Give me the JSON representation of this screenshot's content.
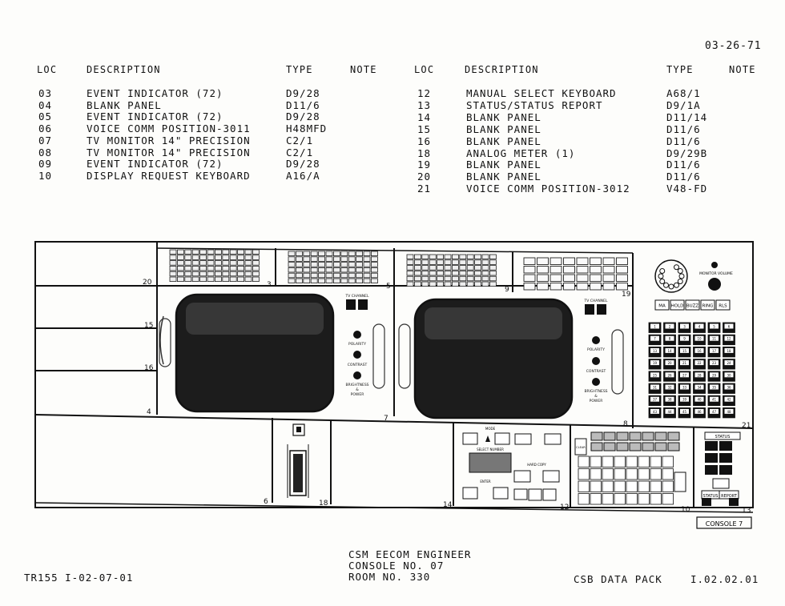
{
  "date": "03-26-71",
  "headers": {
    "loc": "LOC",
    "description": "DESCRIPTION",
    "type": "TYPE",
    "note": "NOTE"
  },
  "left_rows": [
    {
      "loc": "03",
      "desc": "EVENT INDICATOR  (72)",
      "type": "D9/28"
    },
    {
      "loc": "04",
      "desc": "BLANK PANEL",
      "type": "D11/6"
    },
    {
      "loc": "05",
      "desc": "EVENT INDICATOR  (72)",
      "type": "D9/28"
    },
    {
      "loc": "06",
      "desc": "VOICE COMM POSITION-3011",
      "type": "H48MFD"
    },
    {
      "loc": "07",
      "desc": "TV MONITOR 14\" PRECISION",
      "type": "C2/1"
    },
    {
      "loc": "08",
      "desc": "TV MONITOR 14\" PRECISION",
      "type": "C2/1"
    },
    {
      "loc": "09",
      "desc": "EVENT INDICATOR  (72)",
      "type": "D9/28"
    },
    {
      "loc": "10",
      "desc": "DISPLAY REQUEST KEYBOARD",
      "type": "A16/A"
    }
  ],
  "right_rows": [
    {
      "loc": "12",
      "desc": "MANUAL SELECT KEYBOARD",
      "type": "A68/1"
    },
    {
      "loc": "13",
      "desc": "STATUS/STATUS REPORT",
      "type": "D9/1A"
    },
    {
      "loc": "14",
      "desc": "BLANK PANEL",
      "type": "D11/14"
    },
    {
      "loc": "15",
      "desc": "BLANK PANEL",
      "type": "D11/6"
    },
    {
      "loc": "16",
      "desc": "BLANK PANEL",
      "type": "D11/6"
    },
    {
      "loc": "18",
      "desc": "ANALOG METER (1)",
      "type": "D9/29B"
    },
    {
      "loc": "19",
      "desc": "BLANK PANEL",
      "type": "D11/6"
    },
    {
      "loc": "20",
      "desc": "BLANK PANEL",
      "type": "D11/6"
    },
    {
      "loc": "21",
      "desc": "VOICE COMM POSITION-3012",
      "type": "V48-FD"
    }
  ],
  "diagram": {
    "slot_labels": [
      "20",
      "3",
      "5",
      "9",
      "19",
      "15",
      "16",
      "4",
      "7",
      "8",
      "21",
      "6",
      "18",
      "14",
      "12",
      "10",
      "13"
    ],
    "tv_channel": "TV CHANNEL",
    "polarity": "POLARITY",
    "contrast": "CONTRAST",
    "brightness": [
      "BRIGHTNESS",
      "&",
      "POWER"
    ],
    "monitor_volume": "MONITOR VOLUME",
    "voice_buttons": [
      "MA",
      "HOLD",
      "BUZZ",
      "RING",
      "RLS"
    ],
    "keypad_numbers": [
      "1",
      "2",
      "3",
      "4",
      "5",
      "6",
      "7",
      "8",
      "9",
      "10",
      "11",
      "12",
      "13",
      "14",
      "15",
      "16",
      "17",
      "18",
      "19",
      "20",
      "21",
      "22",
      "23",
      "24",
      "25",
      "26",
      "27",
      "28",
      "29",
      "30",
      "31",
      "32",
      "33",
      "34",
      "35",
      "36",
      "37",
      "38",
      "39",
      "40",
      "41",
      "42",
      "43",
      "44",
      "45",
      "46",
      "47",
      "48"
    ],
    "mode": "MODE",
    "select_number": "SELECT NUMBER",
    "hard_copy": "HARD COPY",
    "enter": "ENTER",
    "clear": "CLEAR",
    "status": "STATUS",
    "status_report": [
      "STATUS",
      "REPORT"
    ],
    "console_label": "CONSOLE  7"
  },
  "footer": {
    "left": "TR155 I-02-07-01",
    "center": [
      "CSM EECOM ENGINEER",
      "CONSOLE NO. 07",
      "ROOM NO. 330"
    ],
    "right_label": "CSB DATA PACK",
    "right_code": "I.02.02.01"
  }
}
